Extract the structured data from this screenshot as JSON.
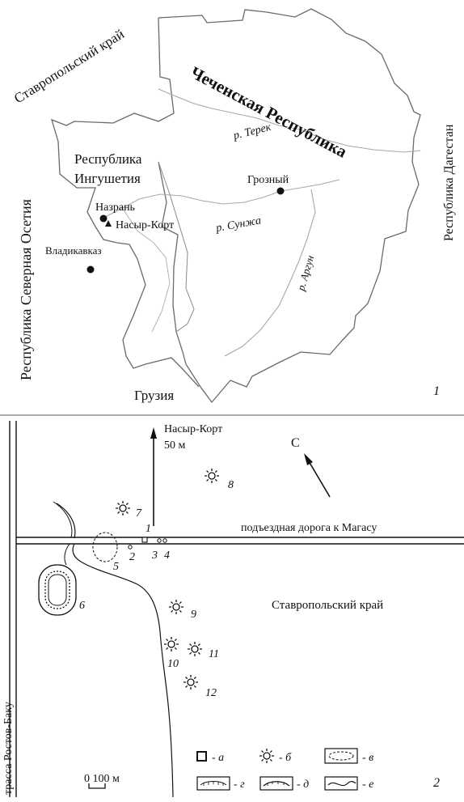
{
  "map1": {
    "regions": {
      "stavropol": "Ставропольский край",
      "chechnya": "Чеченская Республика",
      "dagestan": "Республика Дагестан",
      "north_ossetia": "Республика Северная Осетия",
      "ingushetia_line1": "Республика",
      "ingushetia_line2": "Ингушетия",
      "georgia": "Грузия"
    },
    "rivers": {
      "terek": "р. Терек",
      "sunzha": "р. Сунжа",
      "argun": "р. Аргун"
    },
    "cities": {
      "grozny": "Грозный",
      "nazran": "Назрань",
      "nasyr_kort": "Насыр-Корт",
      "vladikavkaz": "Владикавказ"
    },
    "panel_number": "1"
  },
  "map2": {
    "direction_label": "Насыр-Корт",
    "direction_distance": "50 м",
    "north_label": "С",
    "road_label": "подъездная дорога к Магасу",
    "highway_label": "трасса Ростов-Баку",
    "region_label": "Ставропольский край",
    "site_numbers": [
      "1",
      "2",
      "3",
      "4",
      "5",
      "6",
      "7",
      "8",
      "9",
      "10",
      "11",
      "12"
    ],
    "scale_label": "0 100 м",
    "legend": {
      "a": "- а",
      "b": "- б",
      "v": "- в",
      "g": "- г",
      "d": "- д",
      "e": "- е"
    },
    "panel_number": "2"
  }
}
